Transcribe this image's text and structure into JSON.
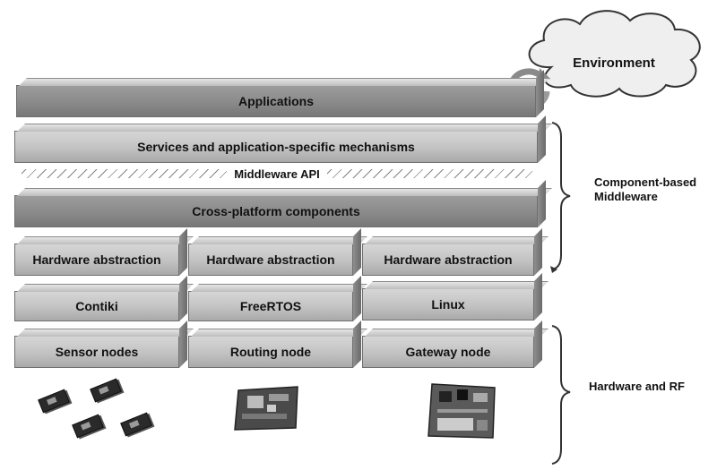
{
  "layers": {
    "applications": "Applications",
    "services": "Services and application-specific mechanisms",
    "middleware_api": "Middleware API",
    "cross_platform": "Cross-platform components",
    "hardware_abstraction": [
      "Hardware abstraction",
      "Hardware abstraction",
      "Hardware abstraction"
    ],
    "os": [
      "Contiki",
      "FreeRTOS",
      "Linux"
    ],
    "nodes": [
      "Sensor nodes",
      "Routing node",
      "Gateway node"
    ]
  },
  "environment_label": "Environment",
  "brackets": {
    "middleware_label_line1": "Component-based",
    "middleware_label_line2": "Middleware",
    "hardware_label": "Hardware and RF"
  }
}
